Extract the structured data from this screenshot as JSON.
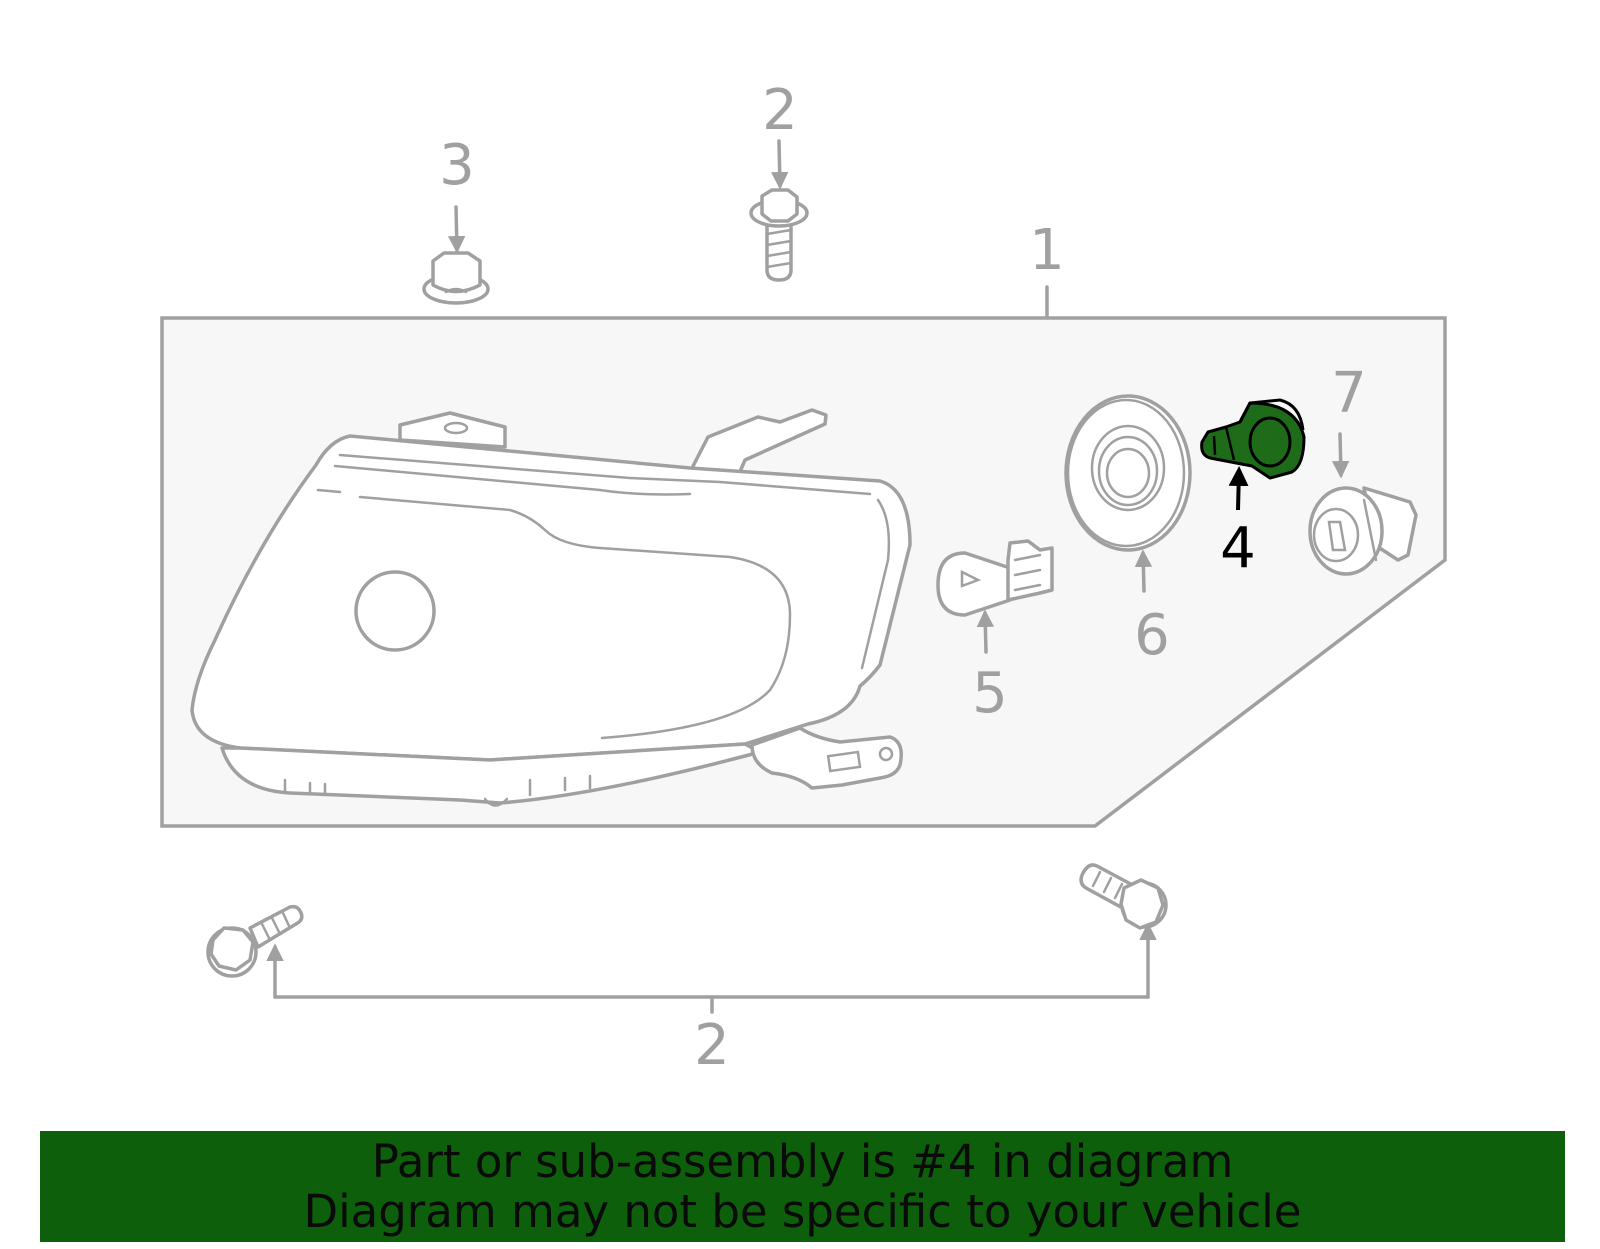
{
  "callouts": {
    "c1": "1",
    "c2_top": "2",
    "c2_bottom": "2",
    "c3": "3",
    "c4": "4",
    "c5": "5",
    "c6": "6",
    "c7": "7"
  },
  "highlight": {
    "part_number": "4",
    "color": "#1e6b1a"
  },
  "banner": {
    "line1": "Part or sub-assembly is #4 in diagram",
    "line2": "Diagram may not be specific to your vehicle",
    "background": "#0d5f0b"
  }
}
